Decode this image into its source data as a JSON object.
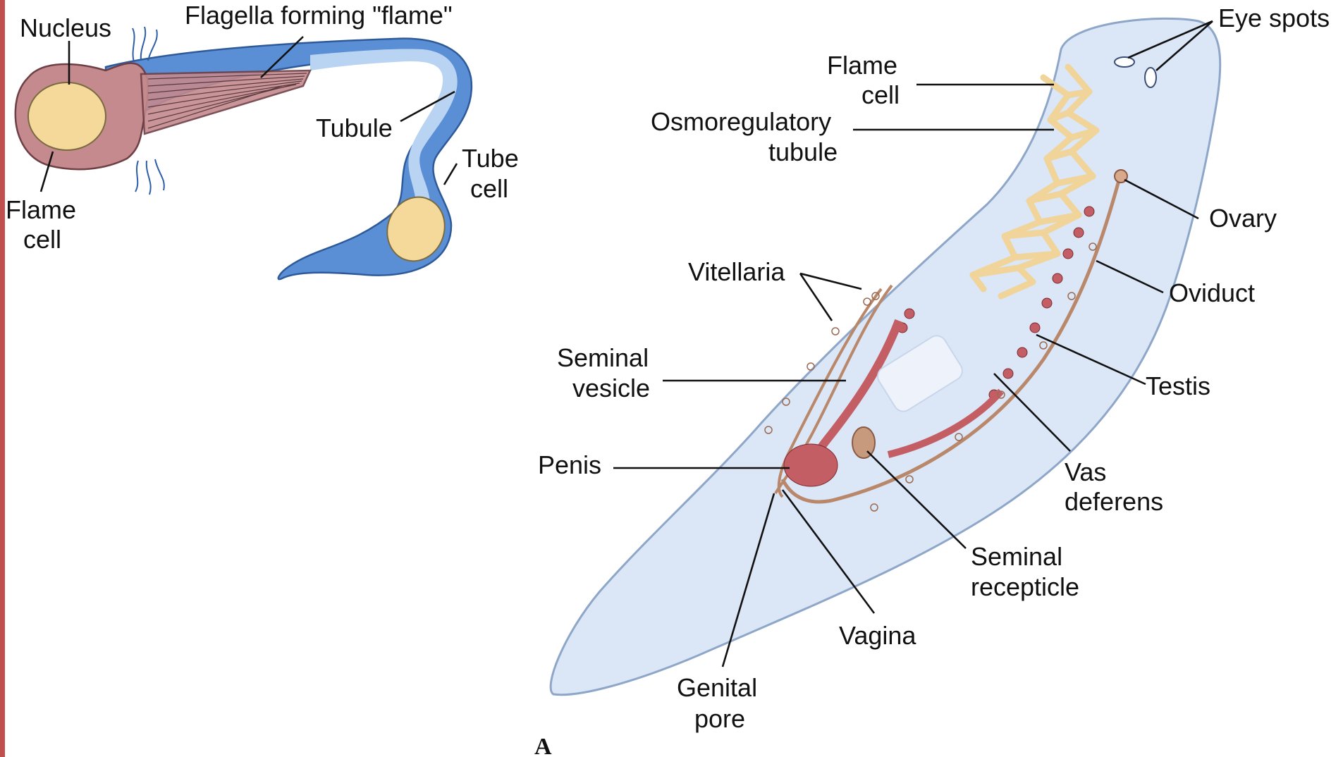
{
  "colors": {
    "accent_bar": "#c0504d",
    "flame_cell": "#c48a8e",
    "nucleus": "#f5d99a",
    "tubule": "#5a8fd6",
    "tubule_light": "#b9d3f2",
    "body": "#dbe6f6",
    "body_edge": "#8ea7c9",
    "osmo_network": "#f0d49a",
    "reproductive": "#c45e65",
    "duct": "#b9876a"
  },
  "labels": {
    "nucleus": "Nucleus",
    "flagella": "Flagella forming \"flame\"",
    "tubule": "Tubule",
    "tube_cell": [
      "Tube",
      "cell"
    ],
    "flame_cell_left": [
      "Flame",
      "cell"
    ],
    "eye_spots": "Eye spots",
    "flame_cell_right": [
      "Flame",
      "cell"
    ],
    "osmoregulatory": [
      "Osmoregulatory",
      "tubule"
    ],
    "ovary": "Ovary",
    "oviduct": "Oviduct",
    "vitellaria": "Vitellaria",
    "seminal_vesicle": [
      "Seminal",
      "vesicle"
    ],
    "testis": "Testis",
    "penis": "Penis",
    "vas_deferens": [
      "Vas",
      "deferens"
    ],
    "seminal_recepticle": [
      "Seminal",
      "recepticle"
    ],
    "vagina": "Vagina",
    "genital_pore": [
      "Genital",
      "pore"
    ],
    "panel_letter": "A"
  }
}
